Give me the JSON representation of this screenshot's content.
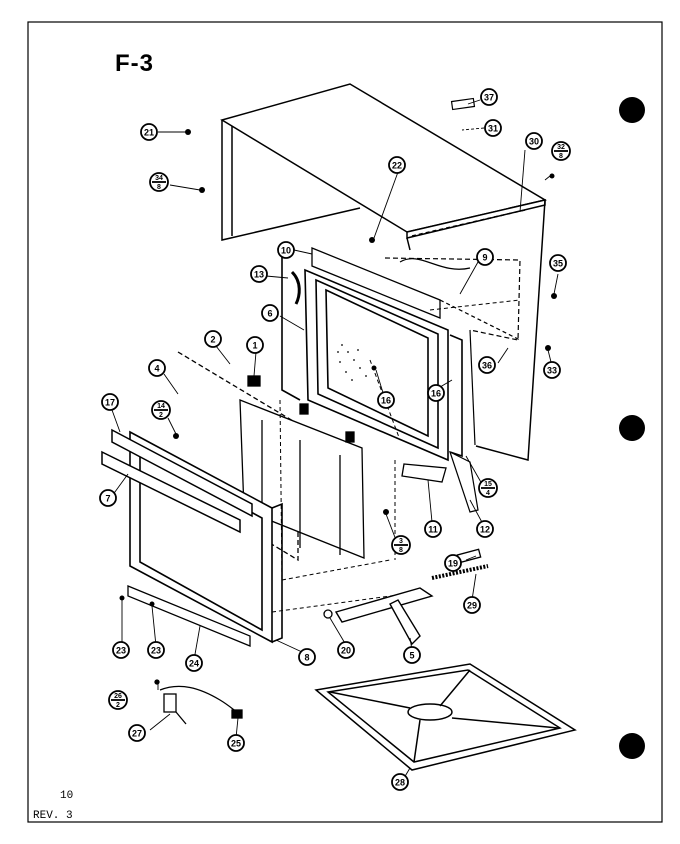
{
  "figure_label": "F-3",
  "page_number": "10",
  "revision": "REV. 3",
  "colors": {
    "ink": "#000000",
    "paper": "#ffffff"
  },
  "callouts": [
    {
      "id": "c37",
      "text": "37"
    },
    {
      "id": "c31",
      "text": "31"
    },
    {
      "id": "c21",
      "text": "21"
    },
    {
      "id": "c30",
      "text": "30"
    },
    {
      "id": "c32",
      "top": "32",
      "bottom": "8"
    },
    {
      "id": "c34",
      "top": "34",
      "bottom": "8"
    },
    {
      "id": "c22",
      "text": "22"
    },
    {
      "id": "c10",
      "text": "10"
    },
    {
      "id": "c9",
      "text": "9"
    },
    {
      "id": "c35",
      "text": "35"
    },
    {
      "id": "c13",
      "text": "13"
    },
    {
      "id": "c6a",
      "text": "6"
    },
    {
      "id": "c2",
      "text": "2"
    },
    {
      "id": "c1",
      "text": "1"
    },
    {
      "id": "c36",
      "text": "36"
    },
    {
      "id": "c33",
      "text": "33"
    },
    {
      "id": "c4",
      "text": "4"
    },
    {
      "id": "c16a",
      "text": "16"
    },
    {
      "id": "c16b",
      "text": "16"
    },
    {
      "id": "c17",
      "text": "17"
    },
    {
      "id": "c14",
      "top": "14",
      "bottom": "2"
    },
    {
      "id": "c15",
      "top": "15",
      "bottom": "4"
    },
    {
      "id": "c7",
      "text": "7"
    },
    {
      "id": "c11",
      "text": "11"
    },
    {
      "id": "c12",
      "text": "12"
    },
    {
      "id": "c3",
      "top": "3",
      "bottom": "8"
    },
    {
      "id": "c19",
      "text": "19"
    },
    {
      "id": "c29",
      "text": "29"
    },
    {
      "id": "c23a",
      "text": "23"
    },
    {
      "id": "c23b",
      "text": "23"
    },
    {
      "id": "c24",
      "text": "24"
    },
    {
      "id": "c8",
      "text": "8"
    },
    {
      "id": "c20",
      "text": "20"
    },
    {
      "id": "c5",
      "text": "5"
    },
    {
      "id": "c26",
      "top": "26",
      "bottom": "2"
    },
    {
      "id": "c27",
      "text": "27"
    },
    {
      "id": "c25",
      "text": "25"
    },
    {
      "id": "c28",
      "text": "28"
    }
  ]
}
